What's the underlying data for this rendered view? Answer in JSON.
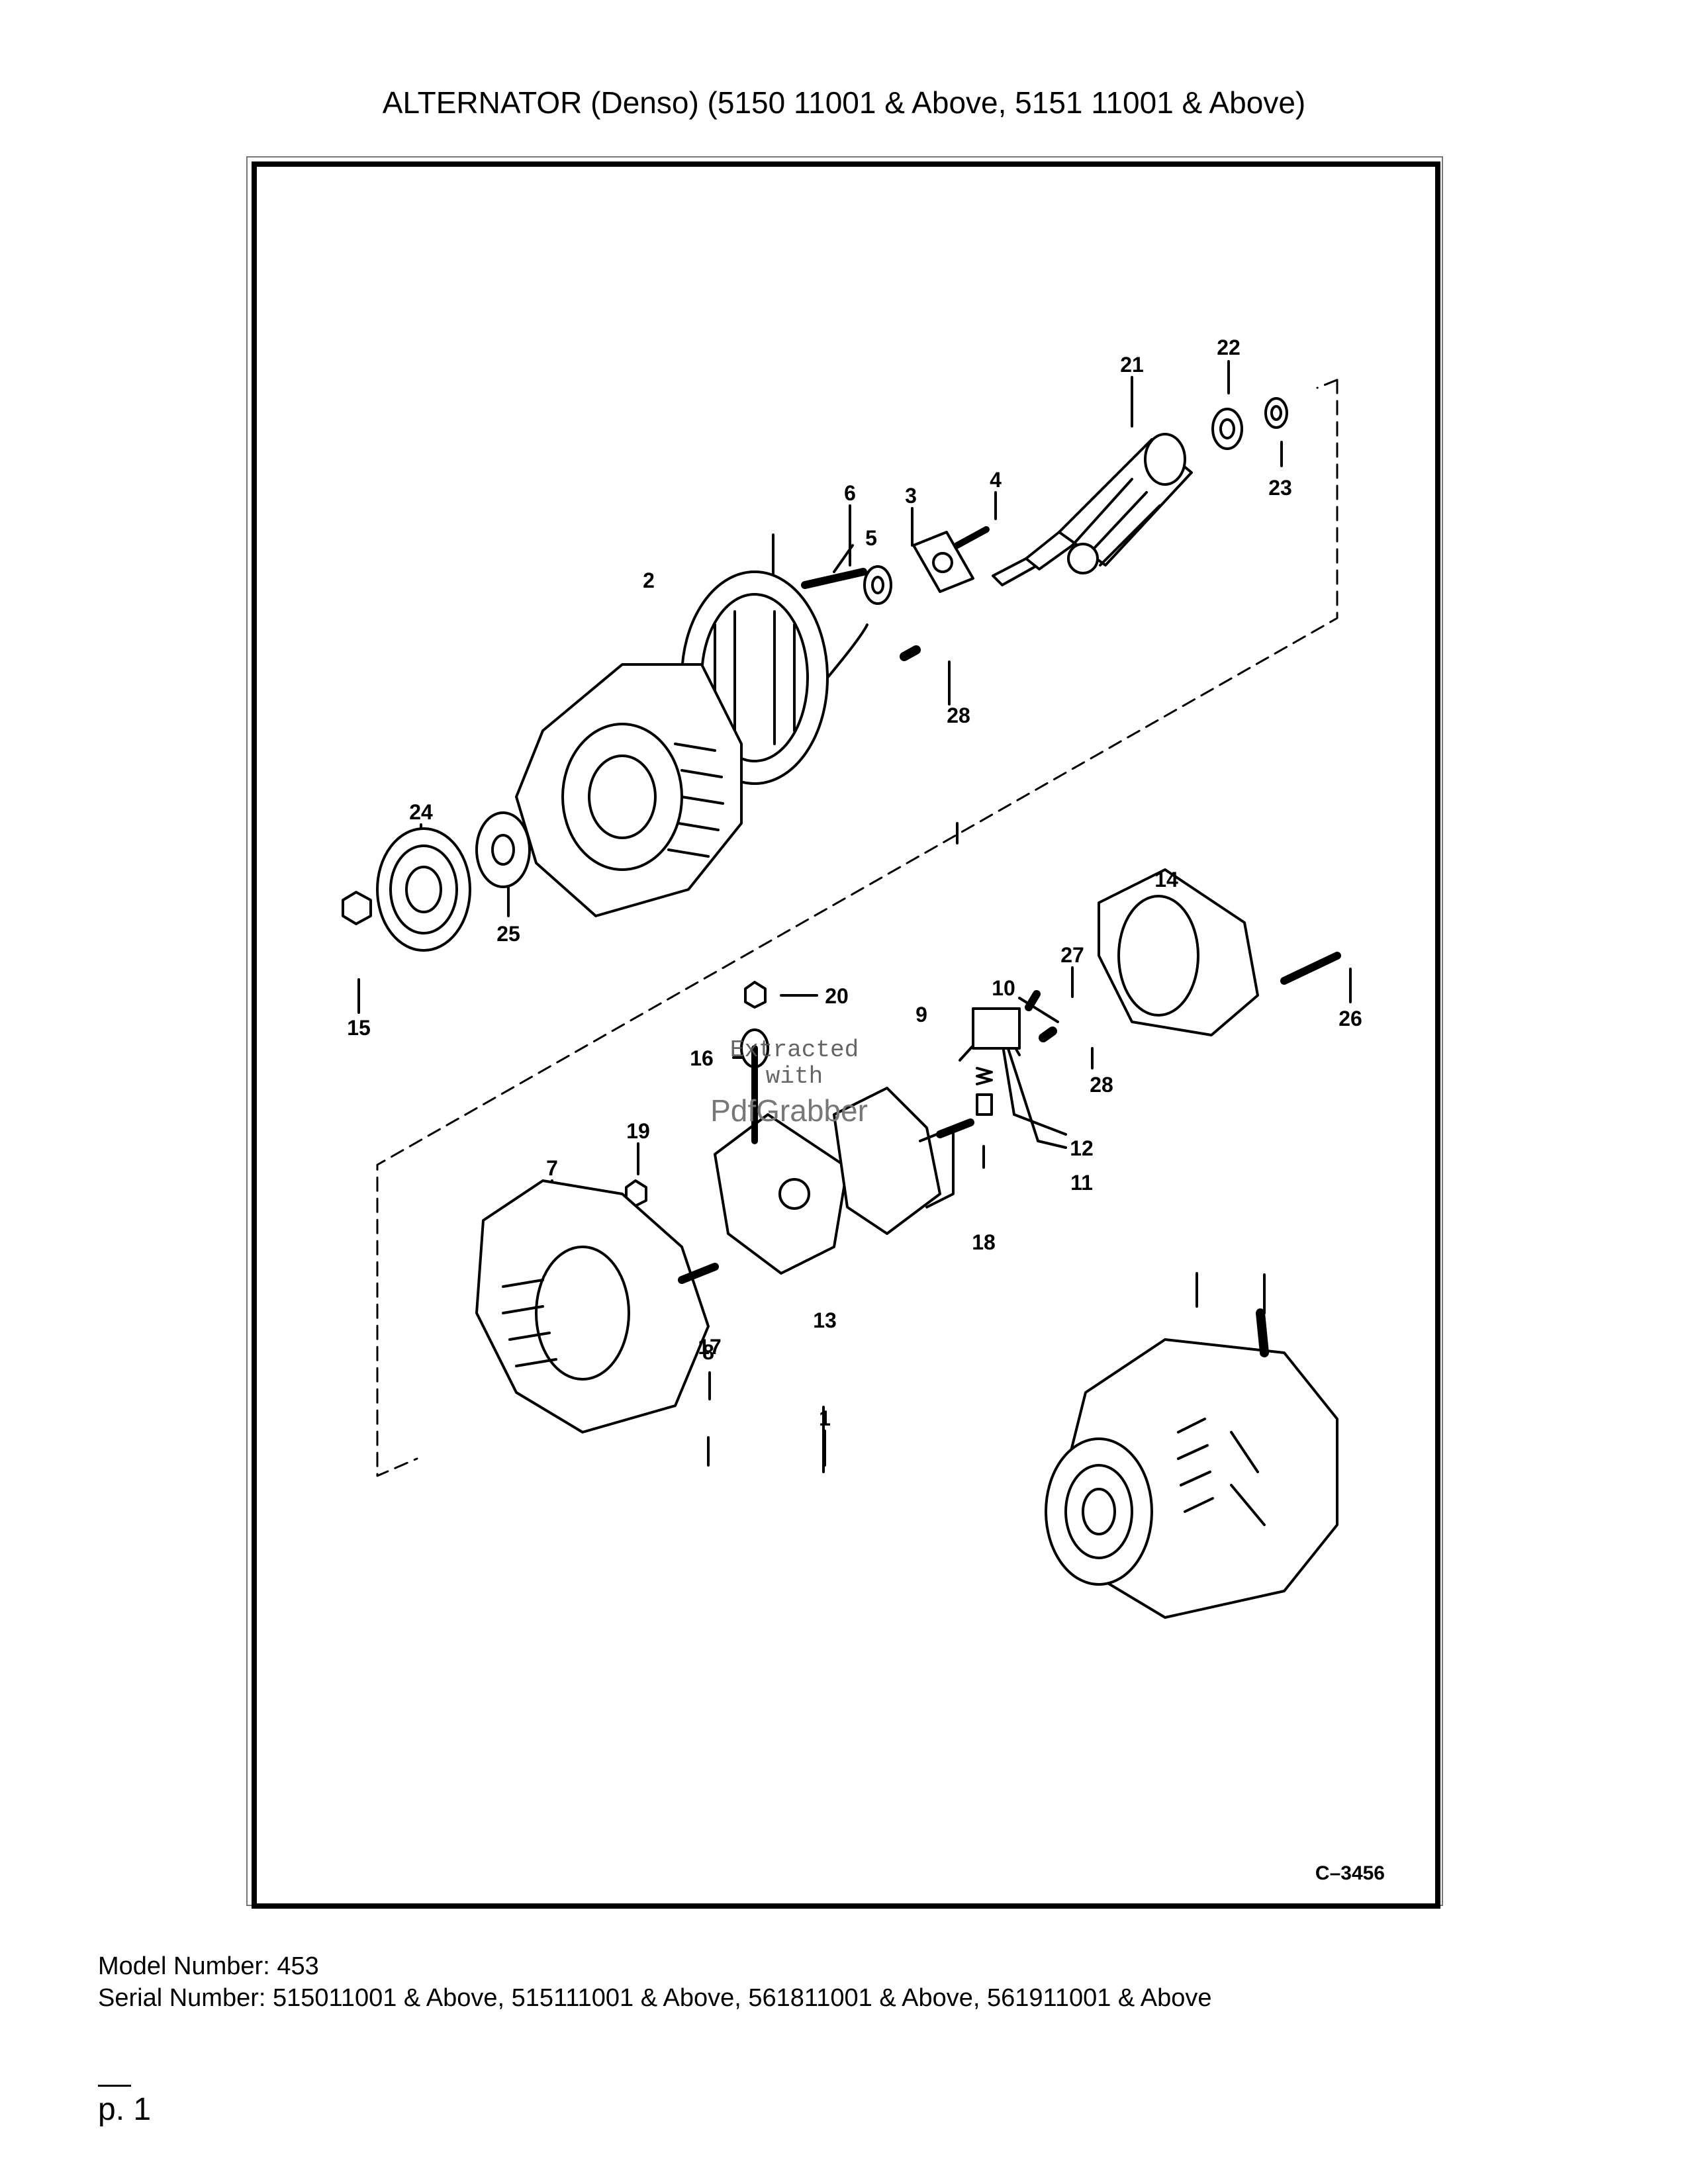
{
  "title": "ALTERNATOR (Denso) (5150 11001 & Above, 5151 11001 & Above)",
  "figure": {
    "code": "C–3456",
    "watermark": [
      "Extracted",
      "with",
      "PdfGrabber"
    ],
    "callouts": {
      "n1": "1",
      "n2": "2",
      "n3": "3",
      "n4": "4",
      "n5": "5",
      "n6": "6",
      "n7": "7",
      "n8": "8",
      "n9": "9",
      "n10": "10",
      "n11": "11",
      "n12": "12",
      "n13": "13",
      "n14": "14",
      "n15": "15",
      "n16": "16",
      "n17": "17",
      "n18": "18",
      "n19": "19",
      "n20": "20",
      "n21": "21",
      "n22": "22",
      "n23": "23",
      "n24": "24",
      "n25": "25",
      "n26": "26",
      "n27": "27",
      "n28a": "28",
      "n28b": "28"
    }
  },
  "model_number": "Model Number: 453",
  "serial_number": "Serial Number: 515011001 & Above, 515111001 & Above, 561811001 & Above, 561911001 & Above",
  "page": "p. 1"
}
